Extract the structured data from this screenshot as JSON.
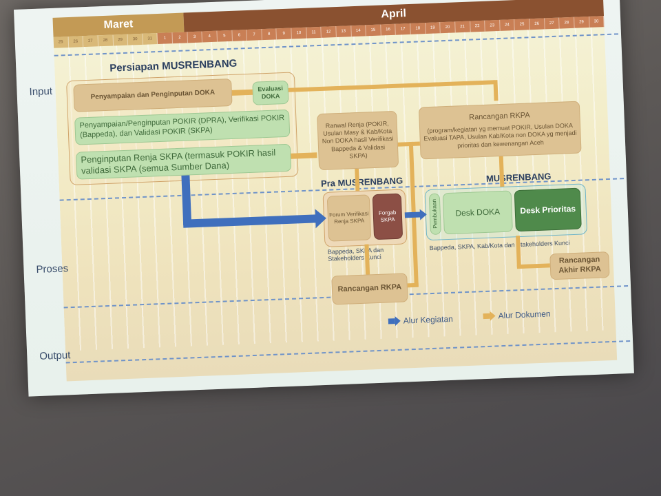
{
  "timeline": {
    "month1": "Maret",
    "month2": "April",
    "days_maret": [
      "25",
      "26",
      "27",
      "28",
      "29",
      "30",
      "31"
    ],
    "days_april": [
      "1",
      "2",
      "3",
      "4",
      "5",
      "6",
      "7",
      "8",
      "9",
      "10",
      "11",
      "12",
      "13",
      "14",
      "15",
      "16",
      "17",
      "18",
      "19",
      "20",
      "21",
      "22",
      "23",
      "24",
      "25",
      "26",
      "27",
      "28",
      "29",
      "30"
    ]
  },
  "rows": {
    "input": "Input",
    "proses": "Proses",
    "output": "Output"
  },
  "sections": {
    "persiapan": "Persiapan MUSRENBANG",
    "pra": "Pra MUSRENBANG",
    "musrenbang": "MUSRENBANG"
  },
  "boxes": {
    "penyampaian_doka": "Penyampaian dan Penginputan DOKA",
    "evaluasi_doka": "Evaluasi DOKA",
    "pokir": "Penyampaian/Penginputan POKIR (DPRA), Verifikasi POKIR (Bappeda), dan Validasi POKIR (SKPA)",
    "renja_skpa": "Penginputan Renja SKPA (termasuk POKIR hasil validasi SKPA (semua Sumber Dana)",
    "ranwal": "Ranwal Renja (POKIR, Usulan Masy & Kab/Kota Non DOKA hasil Verifikasi Bappeda & Validasi SKPA)",
    "rancangan_rkpa_title": "Rancangan RKPA",
    "rancangan_rkpa_body": "(program/kegiatan yg memuat POKIR, Usulan DOKA Evaluasi TAPA, Usulan Kab/Kota non DOKA yg menjadi prioritas dan kewenangan Aceh",
    "forum": "Forum Verifikasi Renja SKPA",
    "forgab": "Forgab SKPA",
    "pembukaan": "Pembukaan",
    "desk_doka": "Desk DOKA",
    "desk_prioritas": "Desk Prioritas",
    "rancangan_rkpa_out": "Rancangan RKPA",
    "rancangan_akhir": "Rancangan Akhir RKPA"
  },
  "notes": {
    "pra_participants": "Bappeda, SKPA dan Stakeholders Kunci",
    "musren_participants": "Bappeda, SKPA, Kab/Kota dan Stakeholders Kunci"
  },
  "legend": {
    "alur_kegiatan": "Alur Kegiatan",
    "alur_dokumen": "Alur Dokumen"
  },
  "colors": {
    "maret": "#c39a55",
    "april": "#8a5130",
    "tan_box": "#ddc293",
    "green_box": "#bfe0b0",
    "blue_arrow": "#3f6fbd",
    "orange_arrow": "#e3b25a",
    "dark_green": "#4f8a4b",
    "forgab_brown": "#8c4f45"
  }
}
